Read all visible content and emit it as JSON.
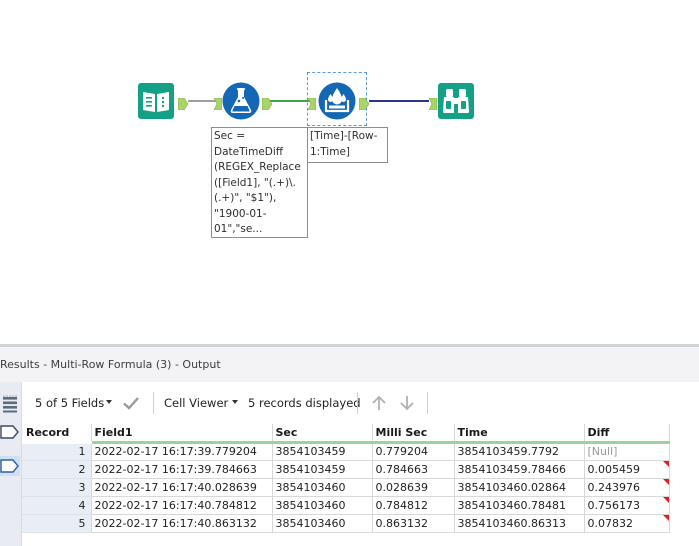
{
  "canvas": {
    "tools": [
      {
        "id": "input-data",
        "icon": "book-icon",
        "color": "#14a085"
      },
      {
        "id": "formula",
        "icon": "flask-icon",
        "color": "#1467b5"
      },
      {
        "id": "multi-row-formula",
        "icon": "drops-icon",
        "color": "#1467b5"
      },
      {
        "id": "browse",
        "icon": "binoculars-icon",
        "color": "#14a085"
      }
    ],
    "formula_annotation": "Sec =\nDateTimeDiff\n(REGEX_Replace\n([Field1], \"(.+)\\.\n(.+)\", \"$1\"),\n\"1900-01-\n01\",\"se...",
    "multirow_annotation": "[Time]-[Row-\n1:Time]",
    "connection_colors": {
      "gray": "#9e9e9e",
      "green": "#3aa64c",
      "navy": "#2d2f8f"
    }
  },
  "results": {
    "title": "Results - Multi-Row Formula (3) - Output",
    "fields_selector": "5 of 5 Fields",
    "cell_viewer": "Cell Viewer",
    "records_displayed": "5 records displayed"
  },
  "table": {
    "columns": [
      "Record",
      "Field1",
      "Sec",
      "Milli Sec",
      "Time",
      "Diff"
    ],
    "rows": [
      {
        "record": "1",
        "field1": "2022-02-17 16:17:39.779204",
        "sec": "3854103459",
        "milli": "0.779204",
        "time": "3854103459.7792",
        "diff": "[Null]",
        "null": true,
        "flag": false
      },
      {
        "record": "2",
        "field1": "2022-02-17 16:17:39.784663",
        "sec": "3854103459",
        "milli": "0.784663",
        "time": "3854103459.78466",
        "diff": "0.005459",
        "null": false,
        "flag": true
      },
      {
        "record": "3",
        "field1": "2022-02-17 16:17:40.028639",
        "sec": "3854103460",
        "milli": "0.028639",
        "time": "3854103460.02864",
        "diff": "0.243976",
        "null": false,
        "flag": true
      },
      {
        "record": "4",
        "field1": "2022-02-17 16:17:40.784812",
        "sec": "3854103460",
        "milli": "0.784812",
        "time": "3854103460.78481",
        "diff": "0.756173",
        "null": false,
        "flag": true
      },
      {
        "record": "5",
        "field1": "2022-02-17 16:17:40.863132",
        "sec": "3854103460",
        "milli": "0.863132",
        "time": "3854103460.86313",
        "diff": "0.07832",
        "null": false,
        "flag": true
      }
    ]
  },
  "colors": {
    "accent_green": "#9bd39b",
    "flag_red": "#e01e1e",
    "record_bg": "#e9eef5"
  }
}
